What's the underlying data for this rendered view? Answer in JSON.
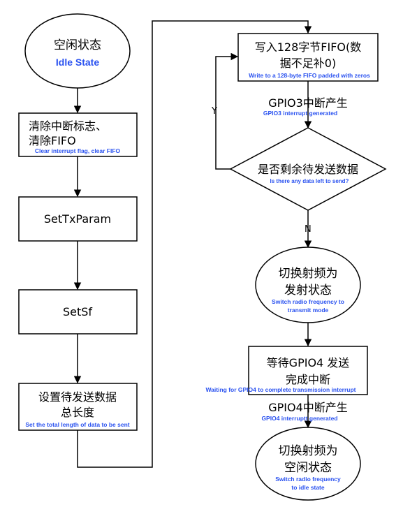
{
  "colors": {
    "stroke": "#000000",
    "fill": "#ffffff",
    "chinese_text": "#000000",
    "english_text": "#2a52f0"
  },
  "nodes": {
    "idle_state": {
      "zh": "空闲状态",
      "en": "Idle State"
    },
    "clear_flags": {
      "zh1": "清除中断标志、",
      "zh2": "清除FIFO",
      "en": "Clear interrupt flag, clear FIFO"
    },
    "set_tx_param": {
      "zh": "SetTxParam"
    },
    "set_sf": {
      "zh": "SetSf"
    },
    "set_length": {
      "zh1": "设置待发送数据",
      "zh2": "总长度",
      "en": "Set the total length of data to be sent"
    },
    "write_fifo": {
      "zh1": "写入128字节FIFO(数",
      "zh2": "据不足补0)",
      "en": "Write to a 128-byte FIFO padded with zeros"
    },
    "gpio3_irq": {
      "zh": "GPIO3中断产生",
      "en": "GPIO3 interrupt  generated"
    },
    "data_left": {
      "zh": "是否剩余待发送数据",
      "en": "Is there any data left to send?"
    },
    "switch_tx": {
      "zh1": "切换射频为",
      "zh2": "发射状态",
      "en1": "Switch radio frequency to",
      "en2": "transmit mode"
    },
    "wait_gpio4": {
      "zh1": "等待GPIO4 发送",
      "zh2": "完成中断",
      "en": "Waiting for GPIO4  to complete transmission interrupt"
    },
    "gpio4_irq": {
      "zh": "GPIO4中断产生",
      "en": "GPIO4 interruptt  generated"
    },
    "switch_idle": {
      "zh1": "切换射频为",
      "zh2": "空闲状态",
      "en1": "Switch radio frequency",
      "en2": "to idle state"
    }
  },
  "edge_labels": {
    "yes": "Y",
    "no": "N"
  }
}
